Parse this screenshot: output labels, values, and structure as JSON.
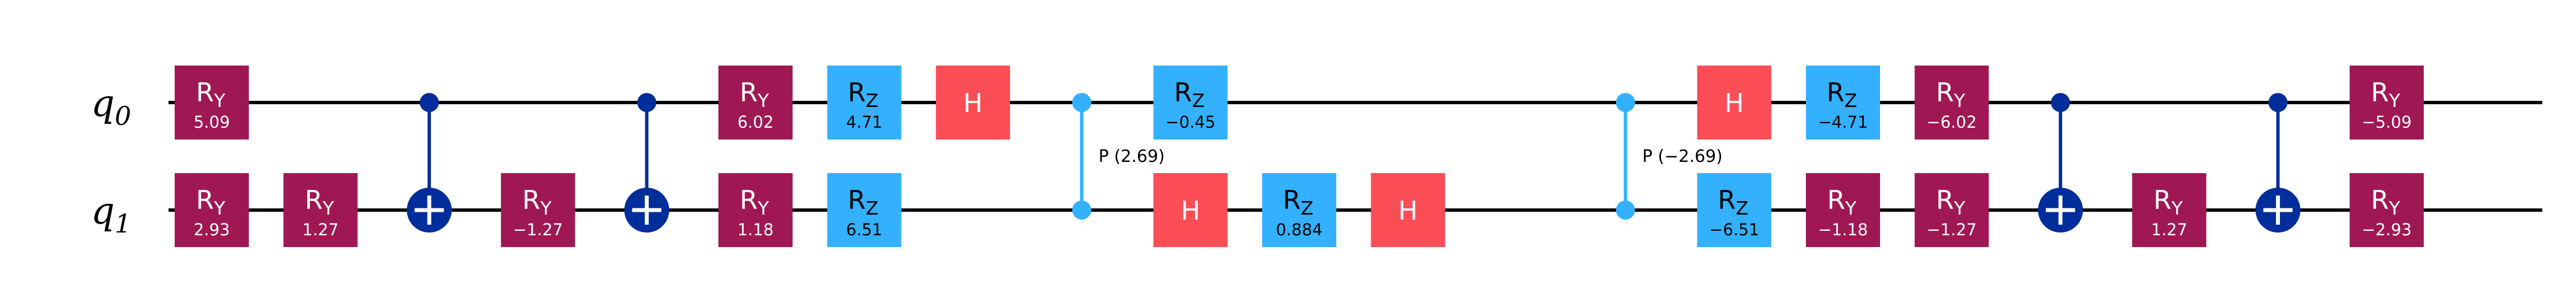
{
  "diagram": {
    "type": "quantum-circuit",
    "colors": {
      "ry": "#9F1853",
      "rz": "#33B1FF",
      "h": "#FA4D56",
      "cx": "#002D9C",
      "cphase": "#33B1FF",
      "wire": "#000000",
      "text_light": "#FFFFFF",
      "text_dark": "#000000"
    },
    "qubits": [
      {
        "name": "q",
        "index": "0"
      },
      {
        "name": "q",
        "index": "1"
      }
    ],
    "gates": [
      {
        "type": "RY",
        "sub": "Y",
        "qubit": 0,
        "col": 1,
        "param": "5.09"
      },
      {
        "type": "RY",
        "sub": "Y",
        "qubit": 1,
        "col": 1,
        "param": "2.93"
      },
      {
        "type": "RY",
        "sub": "Y",
        "qubit": 1,
        "col": 2,
        "param": "1.27"
      },
      {
        "type": "CX",
        "control": 0,
        "target": 1,
        "col": 3
      },
      {
        "type": "RY",
        "sub": "Y",
        "qubit": 1,
        "col": 4,
        "param": "−1.27"
      },
      {
        "type": "CX",
        "control": 0,
        "target": 1,
        "col": 5
      },
      {
        "type": "RY",
        "sub": "Y",
        "qubit": 0,
        "col": 6,
        "param": "6.02"
      },
      {
        "type": "RY",
        "sub": "Y",
        "qubit": 1,
        "col": 6,
        "param": "1.18"
      },
      {
        "type": "RZ",
        "sub": "Z",
        "qubit": 0,
        "col": 7,
        "param": "4.71"
      },
      {
        "type": "RZ",
        "sub": "Z",
        "qubit": 1,
        "col": 7,
        "param": "6.51"
      },
      {
        "type": "H",
        "qubit": 0,
        "col": 8
      },
      {
        "type": "CP",
        "control": 0,
        "target": 1,
        "col": 9,
        "label": "P (2.69)"
      },
      {
        "type": "RZ",
        "sub": "Z",
        "qubit": 0,
        "col": 10,
        "param": "−0.45"
      },
      {
        "type": "H",
        "qubit": 1,
        "col": 10
      },
      {
        "type": "RZ",
        "sub": "Z",
        "qubit": 1,
        "col": 11,
        "param": "0.884"
      },
      {
        "type": "H",
        "qubit": 1,
        "col": 12
      },
      {
        "type": "CP",
        "control": 0,
        "target": 1,
        "col": 14,
        "label": "P (−2.69)"
      },
      {
        "type": "H",
        "qubit": 0,
        "col": 15
      },
      {
        "type": "RZ",
        "sub": "Z",
        "qubit": 1,
        "col": 15,
        "param": "−6.51"
      },
      {
        "type": "RZ",
        "sub": "Z",
        "qubit": 0,
        "col": 16,
        "param": "−4.71"
      },
      {
        "type": "RY",
        "sub": "Y",
        "qubit": 1,
        "col": 16,
        "param": "−1.18"
      },
      {
        "type": "RY",
        "sub": "Y",
        "qubit": 0,
        "col": 17,
        "param": "−6.02"
      },
      {
        "type": "RY",
        "sub": "Y",
        "qubit": 1,
        "col": 17,
        "param": "−1.27"
      },
      {
        "type": "CX",
        "control": 0,
        "target": 1,
        "col": 18
      },
      {
        "type": "RY",
        "sub": "Y",
        "qubit": 1,
        "col": 19,
        "param": "1.27"
      },
      {
        "type": "CX",
        "control": 0,
        "target": 1,
        "col": 20
      },
      {
        "type": "RY",
        "sub": "Y",
        "qubit": 0,
        "col": 21,
        "param": "−5.09"
      },
      {
        "type": "RY",
        "sub": "Y",
        "qubit": 1,
        "col": 21,
        "param": "−2.93"
      }
    ]
  }
}
